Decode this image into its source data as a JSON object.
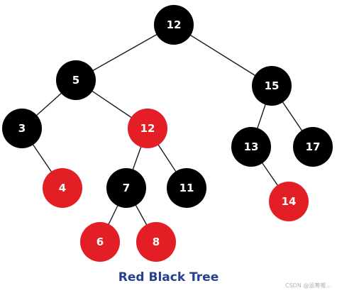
{
  "title": "Red Black Tree",
  "watermark": "CSDN @运筹帷...",
  "colors": {
    "red": "#e31e24",
    "black": "#000000",
    "title": "#27408b"
  },
  "tree": {
    "nodes": [
      {
        "id": "n12root",
        "label": "12",
        "color": "black"
      },
      {
        "id": "n5",
        "label": "5",
        "color": "black"
      },
      {
        "id": "n15",
        "label": "15",
        "color": "black"
      },
      {
        "id": "n3",
        "label": "3",
        "color": "black"
      },
      {
        "id": "n12red",
        "label": "12",
        "color": "red"
      },
      {
        "id": "n13",
        "label": "13",
        "color": "black"
      },
      {
        "id": "n17",
        "label": "17",
        "color": "black"
      },
      {
        "id": "n4",
        "label": "4",
        "color": "red"
      },
      {
        "id": "n7",
        "label": "7",
        "color": "black"
      },
      {
        "id": "n11",
        "label": "11",
        "color": "black"
      },
      {
        "id": "n14",
        "label": "14",
        "color": "red"
      },
      {
        "id": "n6",
        "label": "6",
        "color": "red"
      },
      {
        "id": "n8",
        "label": "8",
        "color": "red"
      }
    ],
    "edges": [
      [
        "n12root",
        "n5"
      ],
      [
        "n12root",
        "n15"
      ],
      [
        "n5",
        "n3"
      ],
      [
        "n5",
        "n12red"
      ],
      [
        "n15",
        "n13"
      ],
      [
        "n15",
        "n17"
      ],
      [
        "n3",
        "n4"
      ],
      [
        "n12red",
        "n7"
      ],
      [
        "n12red",
        "n11"
      ],
      [
        "n13",
        "n14"
      ],
      [
        "n7",
        "n6"
      ],
      [
        "n7",
        "n8"
      ]
    ]
  }
}
